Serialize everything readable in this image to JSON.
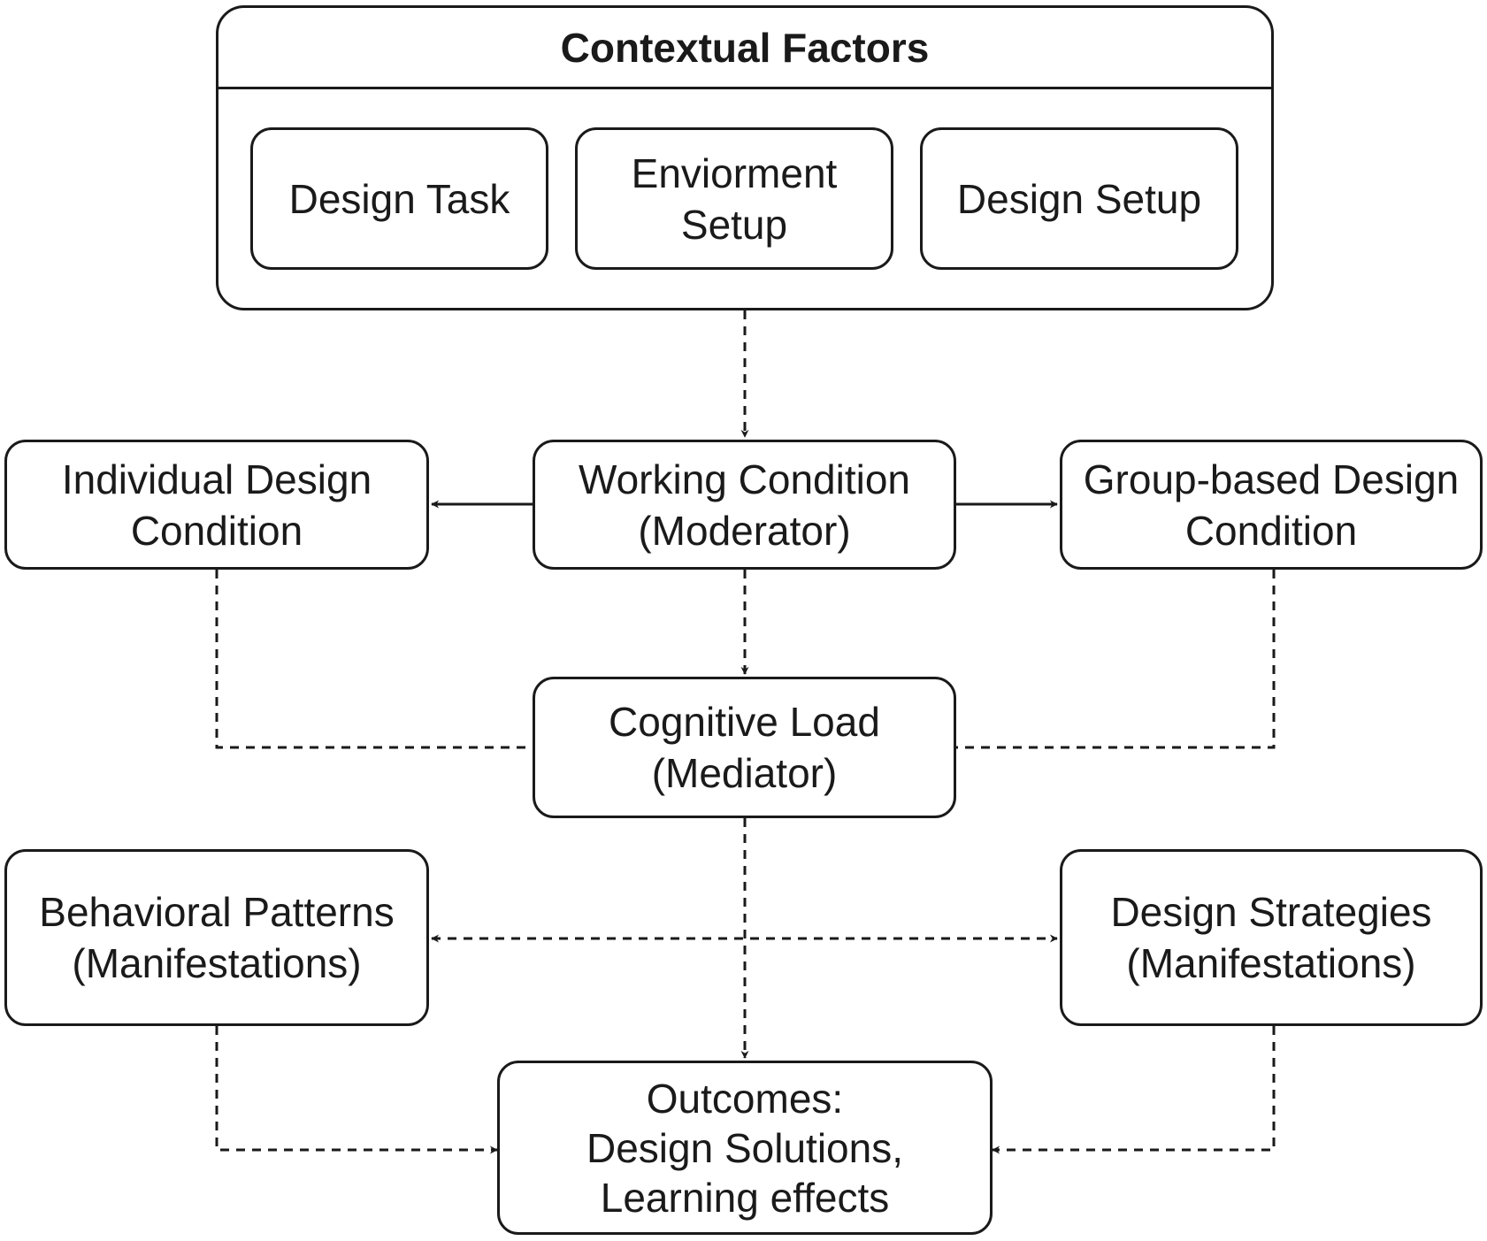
{
  "contextual": {
    "title": "Contextual Factors",
    "items": [
      {
        "lines": [
          "Design Task"
        ]
      },
      {
        "lines": [
          "Enviorment",
          "Setup"
        ]
      },
      {
        "lines": [
          "Design Setup"
        ]
      }
    ]
  },
  "working": {
    "lines": [
      "Working Condition",
      "(Moderator)"
    ]
  },
  "individual": {
    "lines": [
      "Individual Design",
      "Condition"
    ]
  },
  "group": {
    "lines": [
      "Group-based Design",
      "Condition"
    ]
  },
  "cognitive": {
    "lines": [
      "Cognitive Load",
      "(Mediator)"
    ]
  },
  "behavioral": {
    "lines": [
      "Behavioral Patterns",
      "(Manifestations)"
    ]
  },
  "strategies": {
    "lines": [
      "Design Strategies",
      "(Manifestations)"
    ]
  },
  "outcomes": {
    "lines": [
      "Outcomes:",
      "Design Solutions,",
      "Learning effects"
    ]
  },
  "colors": {
    "stroke": "#1a1a1a",
    "fill": "#ffffff"
  }
}
